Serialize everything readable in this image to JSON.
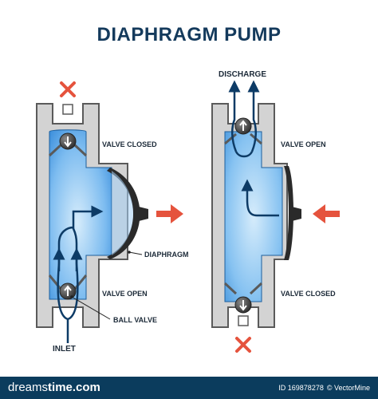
{
  "title": "DIAPHRAGM PUMP",
  "labels": {
    "valve_closed_left": "VALVE CLOSED",
    "diaphragm": "DIAPHRAGM",
    "valve_open_left": "VALVE OPEN",
    "ball_valve": "BALL VALVE",
    "inlet": "INLET",
    "discharge": "DISCHARGE",
    "valve_open_right": "VALVE OPEN",
    "valve_closed_right": "VALVE CLOSED"
  },
  "footer": {
    "brand_prefix": "dreams",
    "brand_suffix": "time.com",
    "id_text": "ID 169878278",
    "credit_text": "© VectorMine"
  },
  "colors": {
    "wall": "#d3d3d3",
    "wall_outline": "#5a5a5a",
    "fluid_light": "#b7dcf7",
    "fluid_dark": "#2e86da",
    "flow_arrow": "#0d3b66",
    "force_arrow": "#e5533d",
    "stop_mark": "#e5533d",
    "ball": "#4a4a4a"
  },
  "icons": {
    "blocked": "x-mark-icon",
    "ball": "ball-valve-icon"
  }
}
